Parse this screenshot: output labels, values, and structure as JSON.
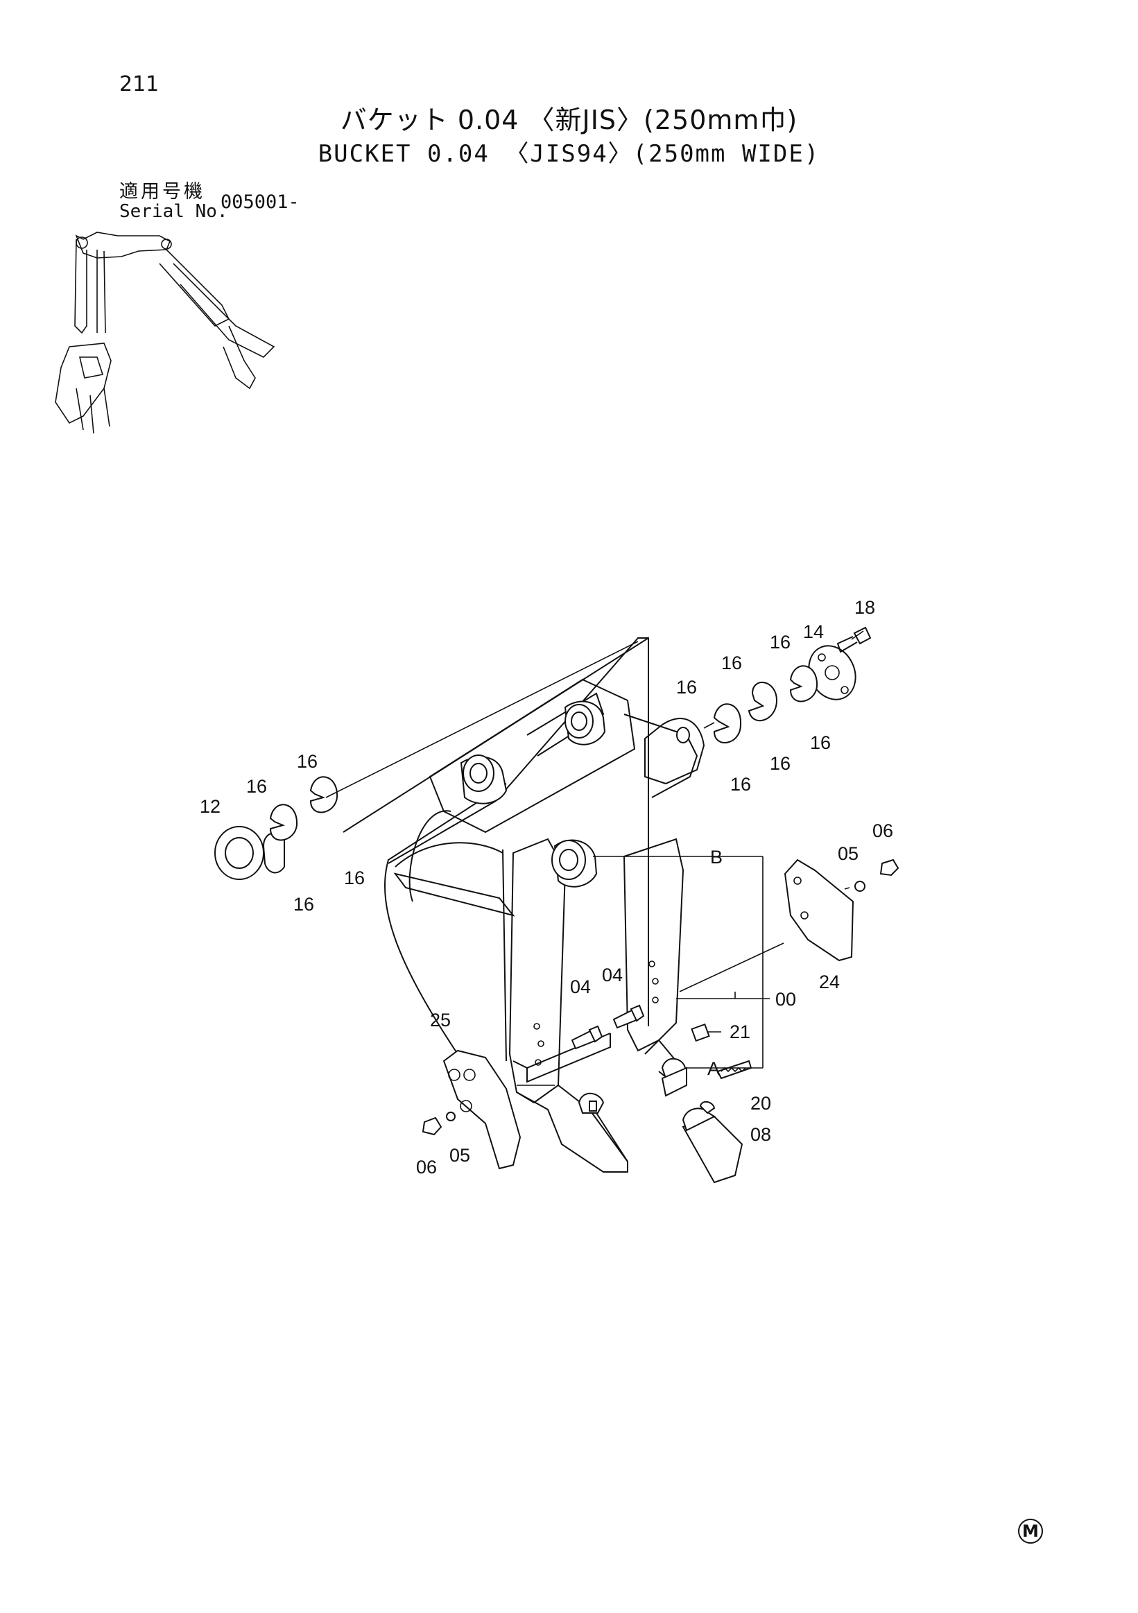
{
  "page": {
    "number": "211",
    "title_jp": "バケット 0.04 〈新JIS〉(250mm巾)",
    "title_en": "BUCKET 0.04 〈JIS94〉(250mm WIDE)",
    "serial_label_jp": "適用号機",
    "serial_label_en": "Serial No.",
    "serial_value": "005001-",
    "maker_mark": "M"
  },
  "callouts": {
    "c18": "18",
    "c14": "14",
    "c16_a": "16",
    "c16_b": "16",
    "c16_c": "16",
    "c16_d": "16",
    "c16_e": "16",
    "c16_f": "16",
    "c16_g": "16",
    "c16_h": "16",
    "c16_i": "16",
    "c16_j": "16",
    "c12": "12",
    "cB": "B",
    "cA": "A",
    "c05_r": "05",
    "c06_r": "06",
    "c24": "24",
    "c00": "00",
    "c04_a": "04",
    "c04_b": "04",
    "c21": "21",
    "c20": "20",
    "c08": "08",
    "c25": "25",
    "c06_l": "06",
    "c05_l": "05"
  }
}
